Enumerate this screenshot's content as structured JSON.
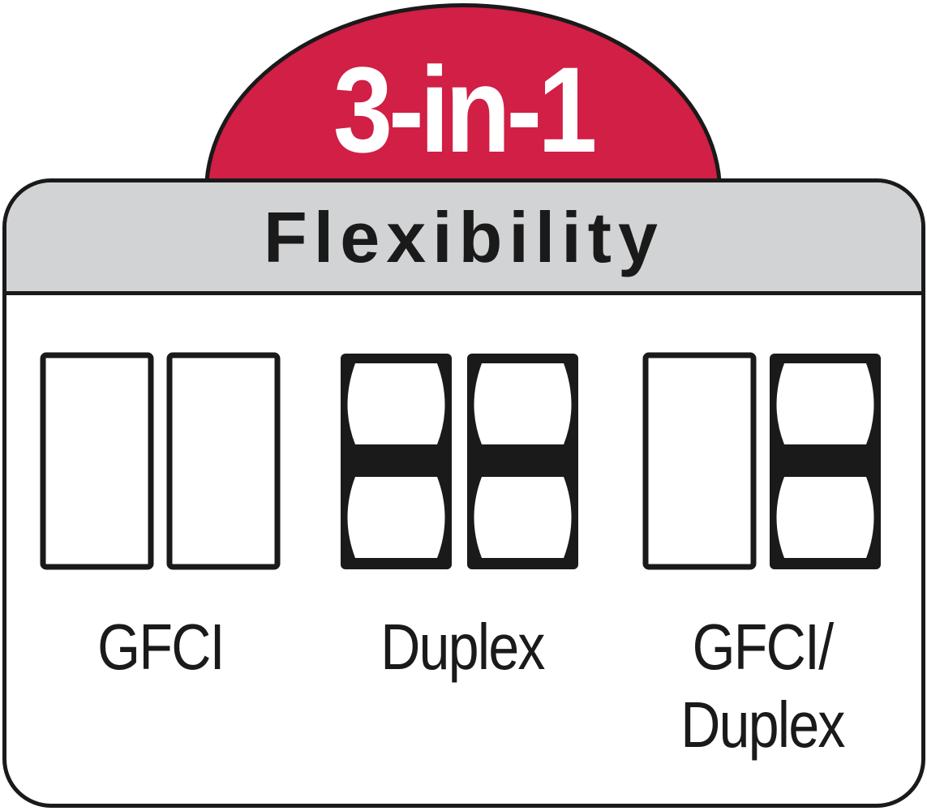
{
  "badge": {
    "title": "3-in-1",
    "color": "#d11f45"
  },
  "header": {
    "label": "Flexibility",
    "color": "#d2d3d5"
  },
  "options": [
    {
      "label": "GFCI",
      "icon": "gfci-outlets-icon"
    },
    {
      "label": "Duplex",
      "icon": "duplex-outlets-icon"
    },
    {
      "label_line1": "GFCI/",
      "label_line2": "Duplex",
      "icon": "gfci-duplex-outlets-icon"
    }
  ]
}
